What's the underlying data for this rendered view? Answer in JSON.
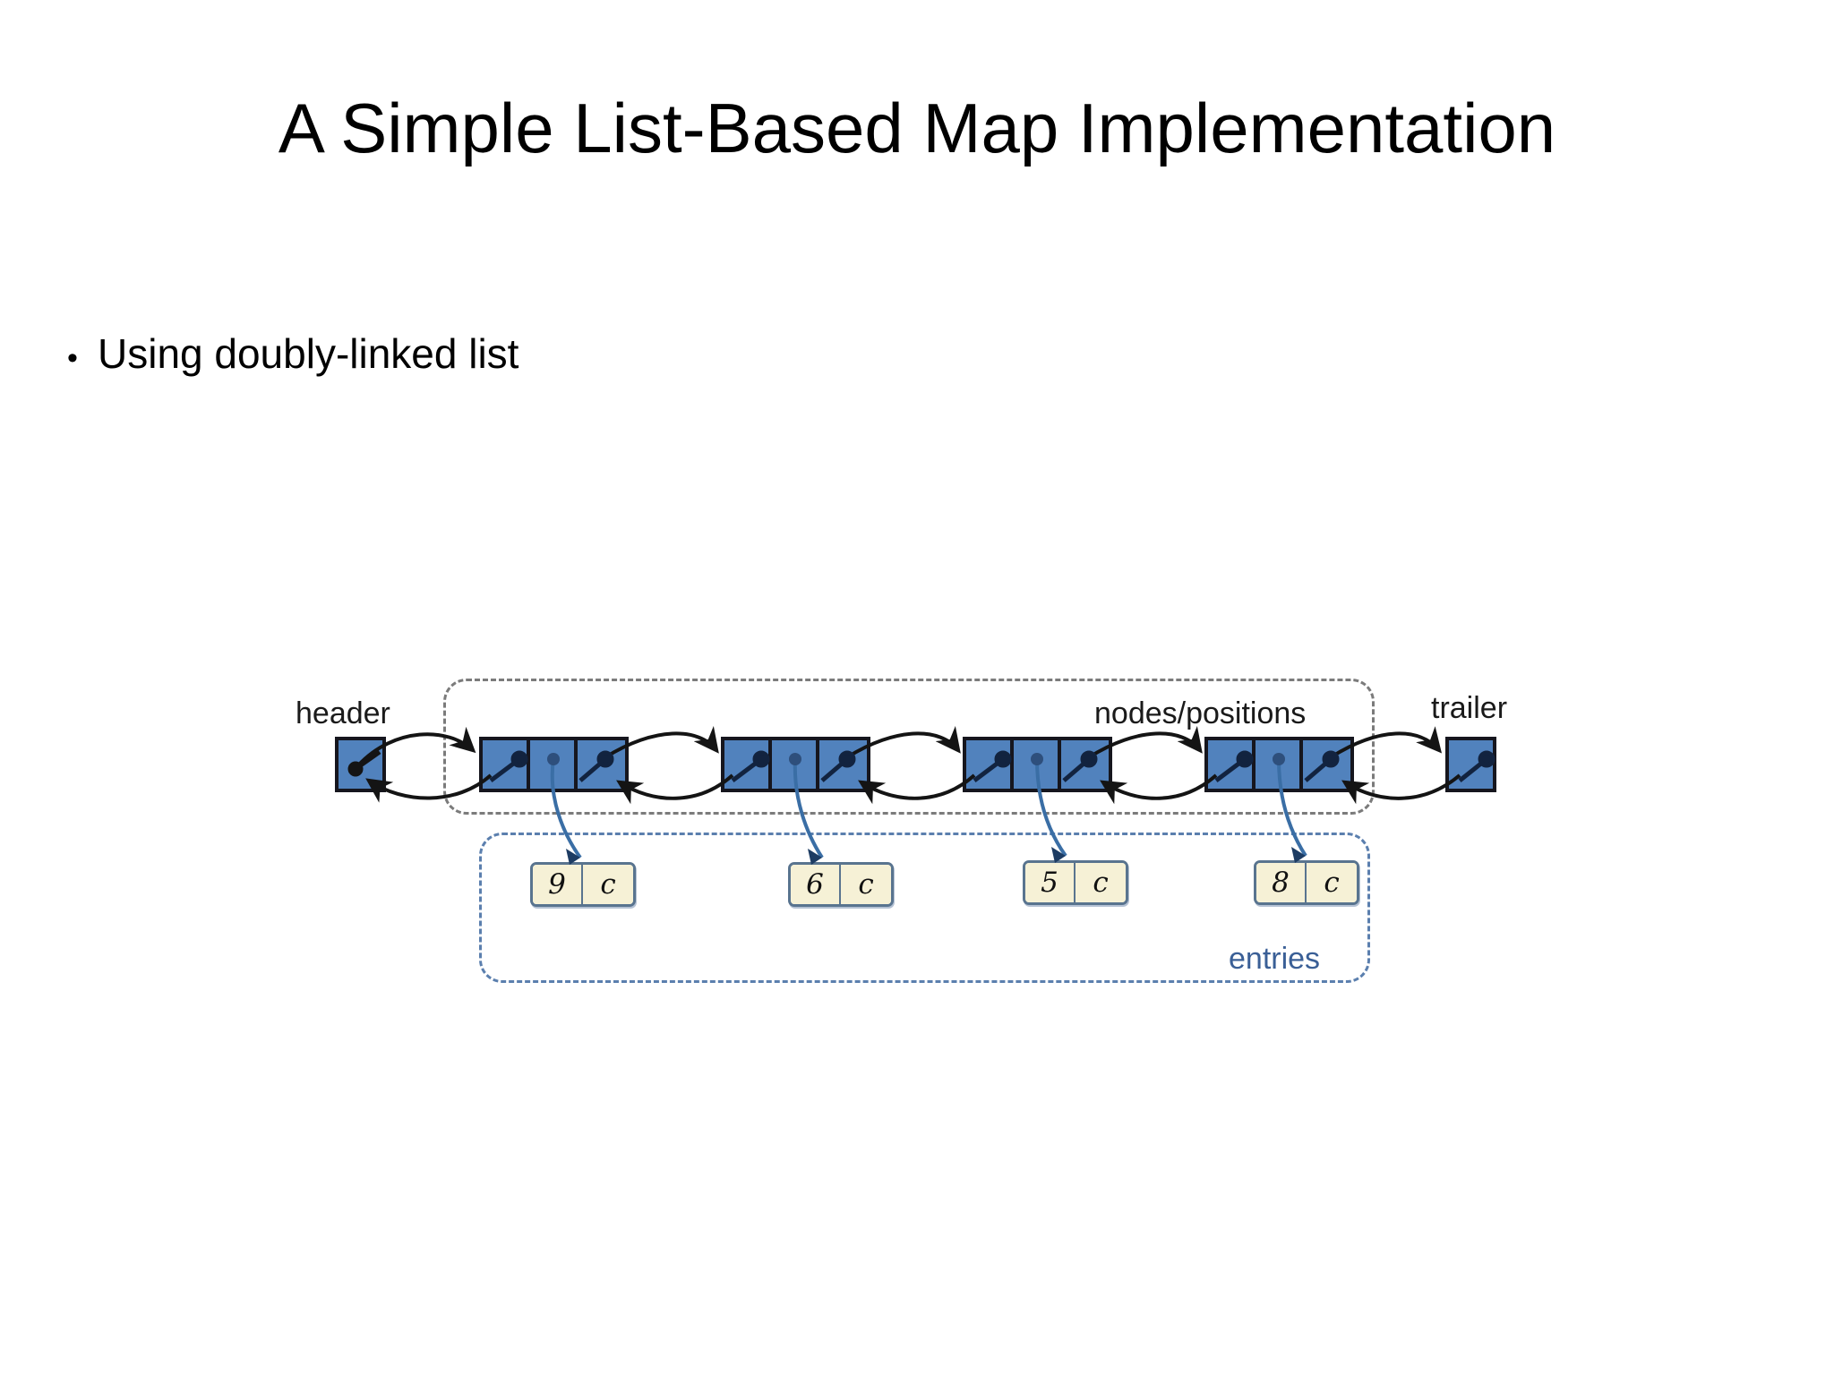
{
  "slide": {
    "title": "A Simple List-Based Map Implementation",
    "bullets": [
      {
        "marker": "•",
        "text": "Using doubly-linked list"
      }
    ]
  },
  "figure": {
    "labels": {
      "header": "header",
      "nodes_positions": "nodes/positions",
      "trailer": "trailer",
      "entries": "entries"
    },
    "colors": {
      "node_fill": "#5182bd",
      "node_border": "#16161e",
      "entry_fill": "#f6f1d6",
      "entry_border": "#59748f",
      "nodes_region_dash": "#7b7b7b",
      "entries_region_dash": "#5b7fae",
      "entries_label": "#3a5f96",
      "link_arrow": "#141414",
      "entry_pointer": "#3a5f96",
      "background": "#ffffff"
    },
    "sentinels": [
      {
        "name": "header",
        "cells": 1
      },
      {
        "name": "trailer",
        "cells": 1
      }
    ],
    "nodes": [
      {
        "index": 1,
        "cells": 3
      },
      {
        "index": 2,
        "cells": 3
      },
      {
        "index": 3,
        "cells": 3
      },
      {
        "index": 4,
        "cells": 3
      }
    ],
    "entries": [
      {
        "key": "9",
        "value": "c"
      },
      {
        "key": "6",
        "value": "c"
      },
      {
        "key": "5",
        "value": "c"
      },
      {
        "key": "8",
        "value": "c"
      }
    ]
  }
}
